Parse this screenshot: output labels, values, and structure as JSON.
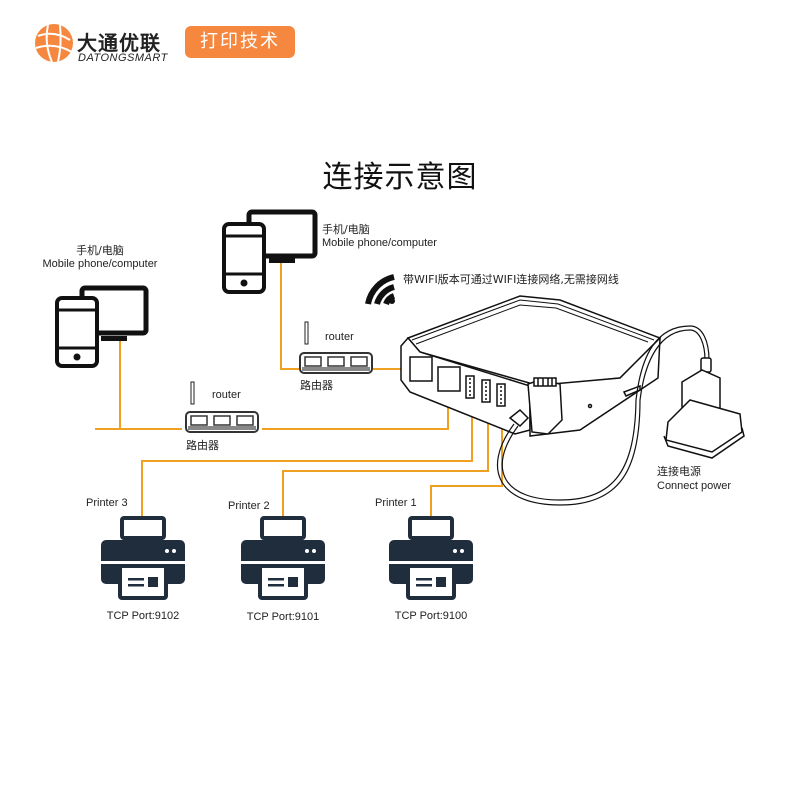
{
  "header": {
    "brand_cn": "大通优联",
    "brand_en": "DATONGSMART",
    "tag": "打印技术",
    "accent_color": "#f5883e"
  },
  "title": "连接示意图",
  "devices": {
    "client_left": {
      "label_cn": "手机/电脑",
      "label_en": "Mobile phone/computer",
      "icon": "phone-computer-icon"
    },
    "client_top": {
      "label_cn": "手机/电脑",
      "label_en": "Mobile phone/computer",
      "icon": "phone-computer-icon"
    },
    "router_top": {
      "label_en": "router",
      "label_cn": "路由器",
      "icon": "router-icon"
    },
    "router_left": {
      "label_en": "router",
      "label_cn": "路由器",
      "icon": "router-icon"
    },
    "print_server": {
      "wifi_note": "带WIFI版本可通过WIFI连接网络,无需接网线",
      "icon": "print-server-box"
    },
    "power": {
      "label_cn": "连接电源",
      "label_en": "Connect power",
      "icon": "power-adapter-icon"
    }
  },
  "printers": [
    {
      "name": "Printer 3",
      "port": "TCP Port:9102"
    },
    {
      "name": "Printer 2",
      "port": "TCP Port:9101"
    },
    {
      "name": "Printer 1",
      "port": "TCP Port:9100"
    }
  ],
  "colors": {
    "cable": "#f0a020",
    "icon": "#1f2d3d"
  }
}
